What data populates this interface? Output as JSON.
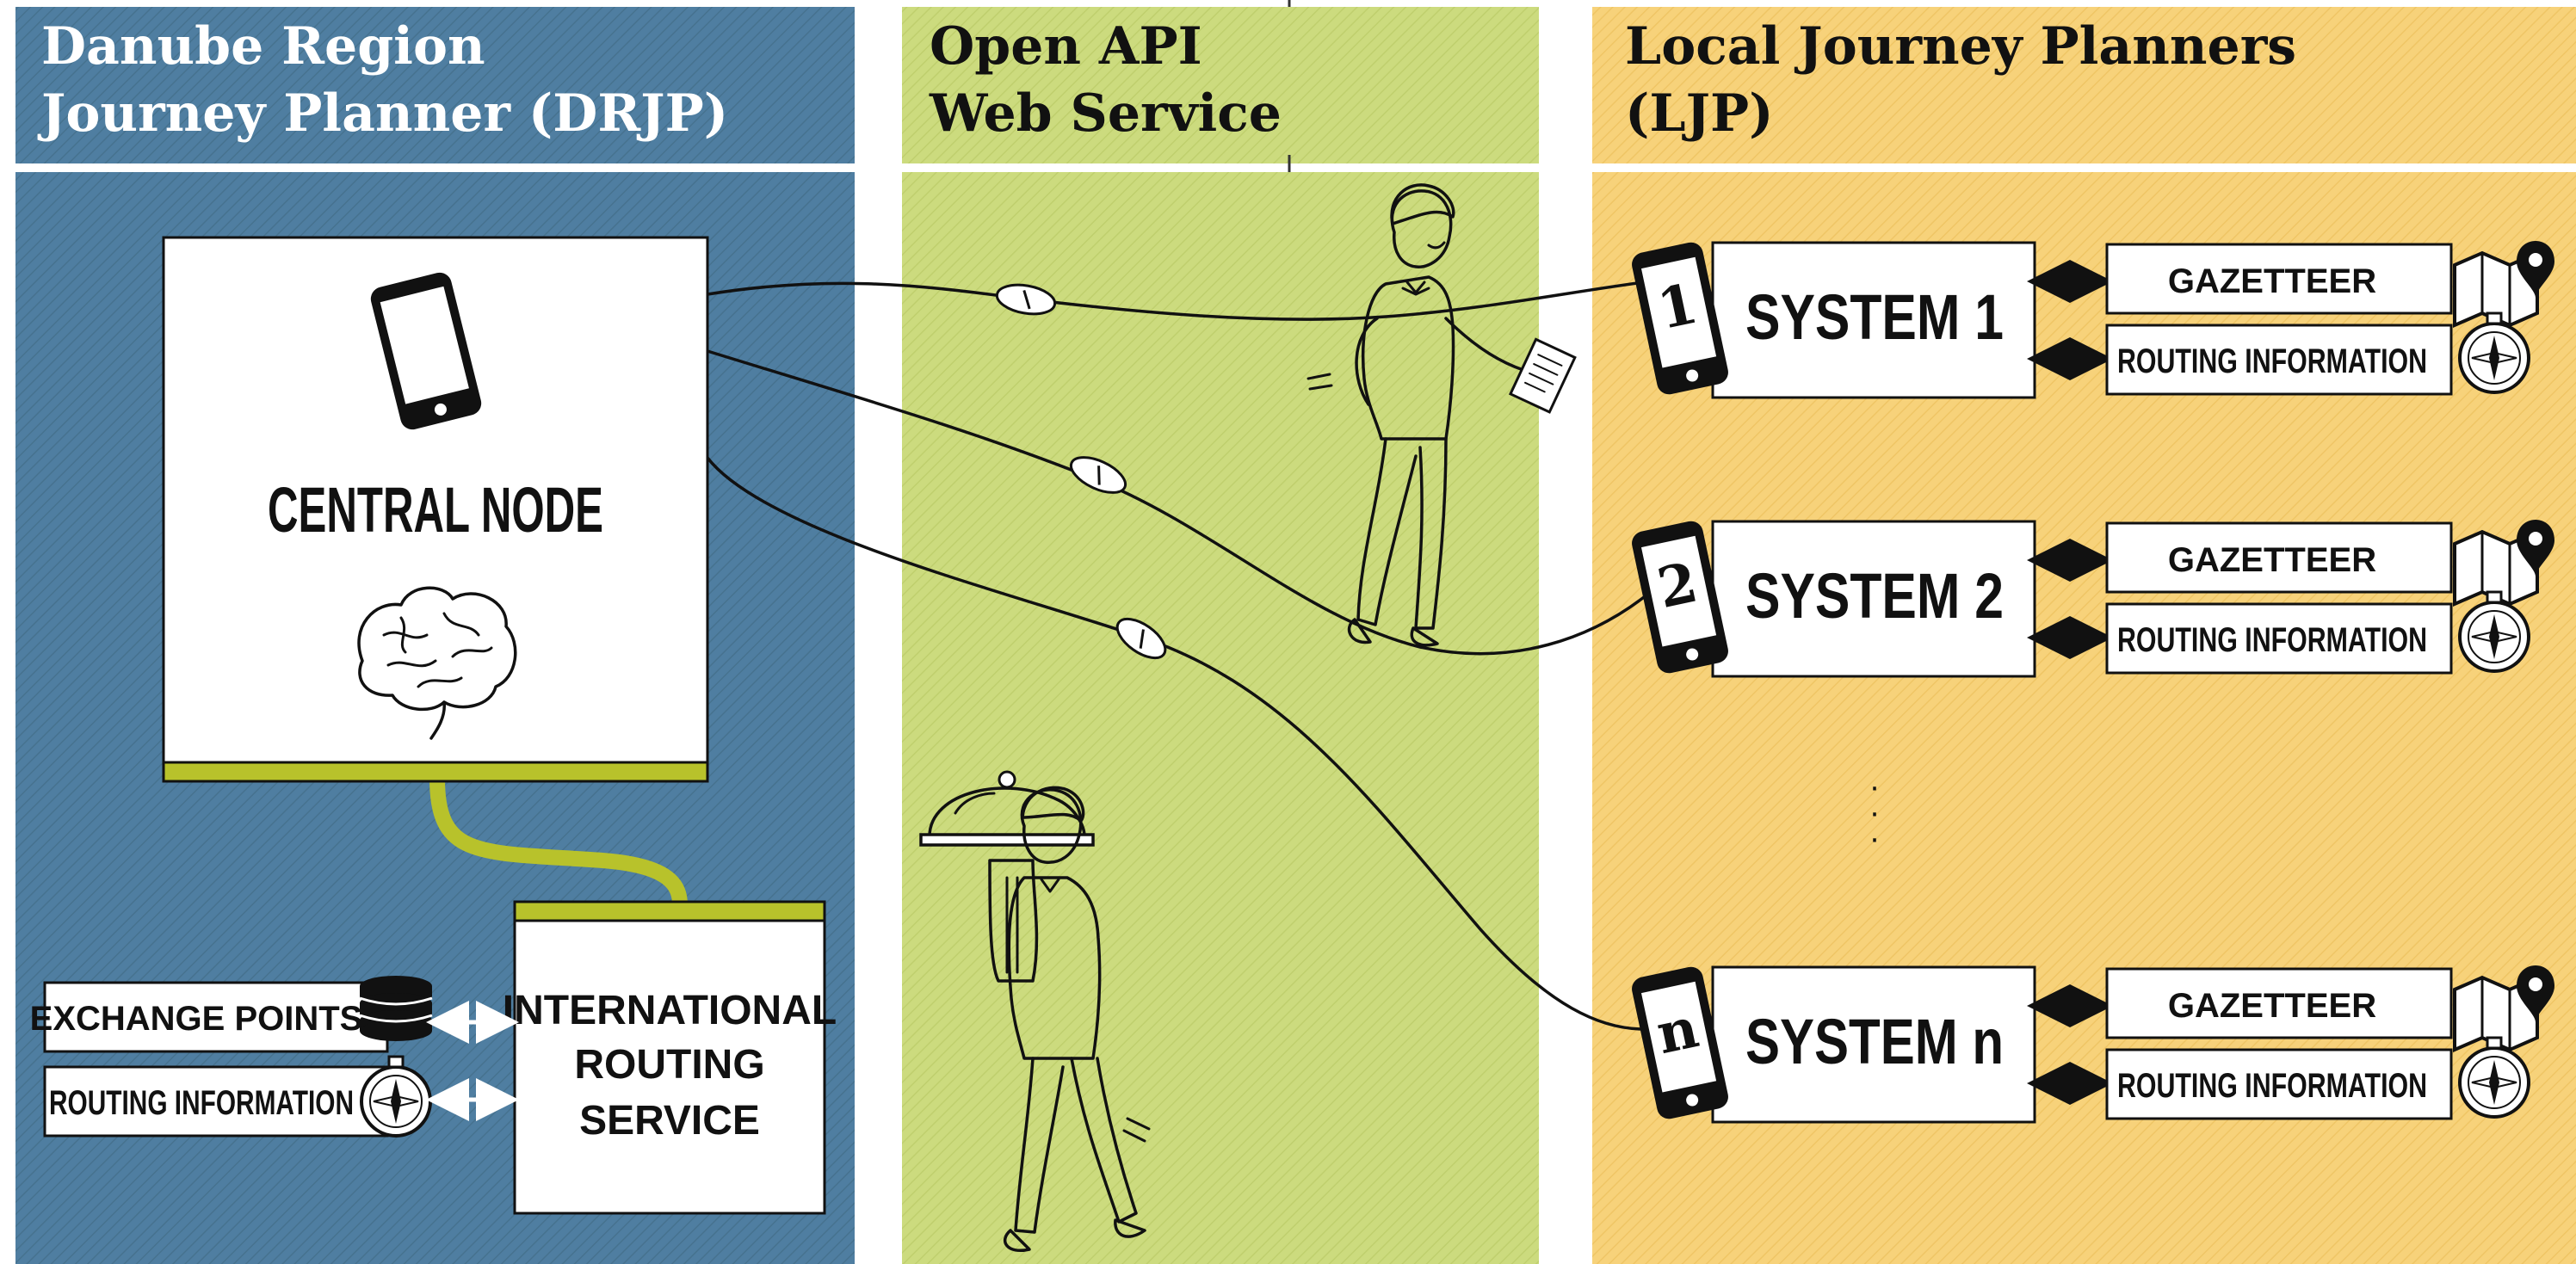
{
  "columns": {
    "drjp": {
      "title_line1": "Danube Region",
      "title_line2": "Journey Planner (DRJP)",
      "color": "#4f7ea1"
    },
    "api": {
      "title_line1": "Open API",
      "title_line2": "Web Service",
      "color": "#c9d97a"
    },
    "ljp": {
      "title_line1": "Local Journey Planners",
      "title_line2": "(LJP)",
      "color": "#f6cf6e"
    }
  },
  "central_node": {
    "label": "CENTRAL NODE"
  },
  "international_routing": {
    "line1": "INTERNATIONAL",
    "line2": "ROUTING",
    "line3": "SERVICE"
  },
  "drjp_sources": {
    "exchange_points": "EXCHANGE POINTS",
    "routing_information": "ROUTING INFORMATION"
  },
  "systems": [
    {
      "number": "1",
      "label": "SYSTEM 1",
      "gazetteer": "GAZETTEER",
      "routing": "ROUTING INFORMATION"
    },
    {
      "number": "2",
      "label": "SYSTEM 2",
      "gazetteer": "GAZETTEER",
      "routing": "ROUTING INFORMATION"
    },
    {
      "number": "n",
      "label": "SYSTEM n",
      "gazetteer": "GAZETTEER",
      "routing": "ROUTING INFORMATION"
    }
  ],
  "ellipsis": "·\n·\n·",
  "colors": {
    "accent_lime": "#b8c22b",
    "ink": "#111111",
    "white": "#ffffff"
  }
}
